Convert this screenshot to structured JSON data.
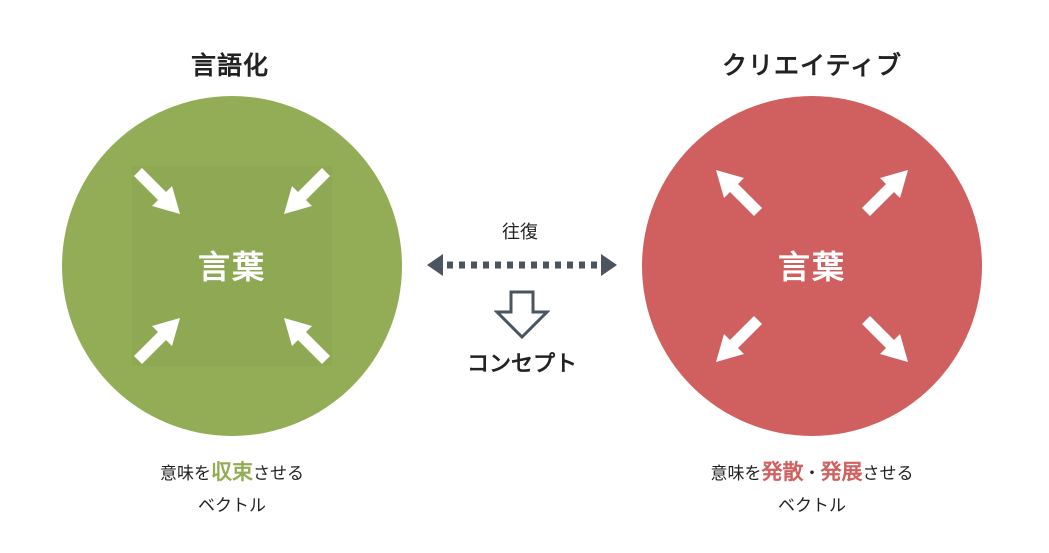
{
  "left": {
    "title": "言語化",
    "circle_word": "言葉",
    "circle_color": "#93ad57",
    "caption_pre": "意味を",
    "caption_highlight": "収束",
    "caption_post": "させる",
    "caption_line2": "ベクトル"
  },
  "right": {
    "title": "クリエイティブ",
    "circle_word": "言葉",
    "circle_color": "#d06060",
    "caption_pre": "意味を",
    "caption_highlight_1": "発散",
    "caption_sep": "・",
    "caption_highlight_2": "発展",
    "caption_post": "させる",
    "caption_line2": "ベクトル"
  },
  "center": {
    "arrow_label": "往復",
    "result_label": "コンセプト",
    "arrow_color": "#4a5560"
  }
}
